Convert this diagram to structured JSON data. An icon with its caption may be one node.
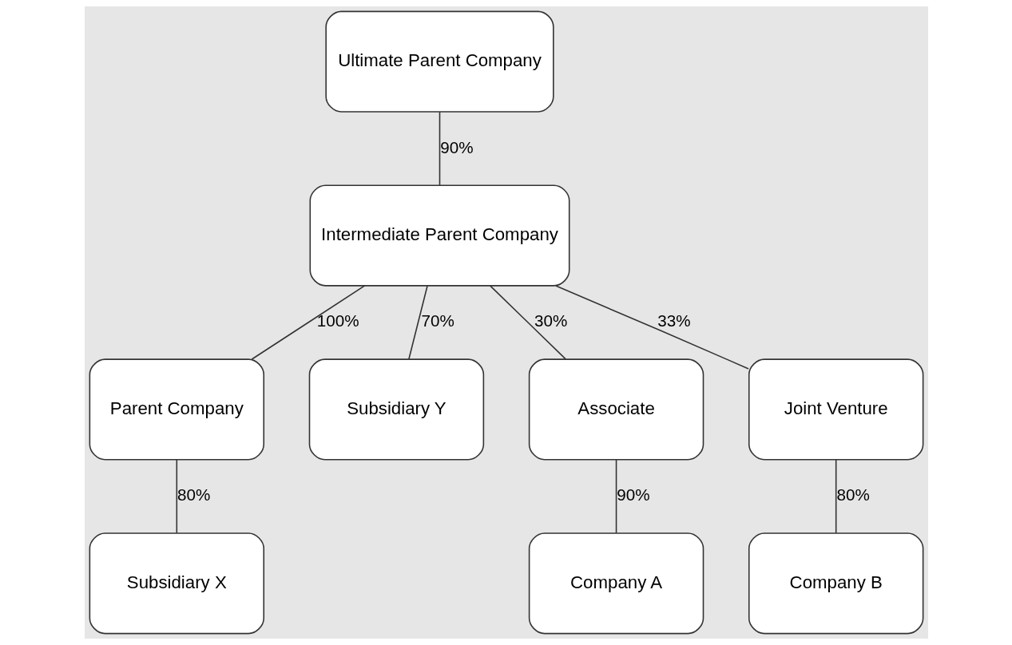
{
  "diagram": {
    "nodes": [
      {
        "text": [
          "Ultimate Parent Company"
        ]
      },
      {
        "text": [
          "Intermediate Parent Company"
        ]
      },
      {
        "text": [
          "Parent Company"
        ]
      },
      {
        "text": [
          "Subsidiary Y"
        ]
      },
      {
        "text": [
          "Associate"
        ]
      },
      {
        "text": [
          "Joint Venture"
        ]
      },
      {
        "text": [
          "Subsidiary X"
        ]
      },
      {
        "text": [
          "Company A"
        ]
      },
      {
        "text": [
          "Company B"
        ]
      }
    ],
    "edges": [
      {
        "from": 0,
        "to": 1,
        "arrow": "none",
        "label": "90%"
      },
      {
        "from": 1,
        "to": 2,
        "arrow": "none",
        "label": "100%"
      },
      {
        "from": 1,
        "to": 3,
        "arrow": "none",
        "label": "70%"
      },
      {
        "from": 1,
        "to": 4,
        "arrow": "none",
        "label": "30%"
      },
      {
        "from": 1,
        "to": 5,
        "arrow": "none",
        "label": "33%"
      },
      {
        "from": 2,
        "to": 6,
        "arrow": "none",
        "label": "80%"
      },
      {
        "from": 4,
        "to": 7,
        "arrow": "none",
        "label": "90%"
      },
      {
        "from": 5,
        "to": 8,
        "arrow": "none",
        "label": "80%"
      }
    ]
  }
}
